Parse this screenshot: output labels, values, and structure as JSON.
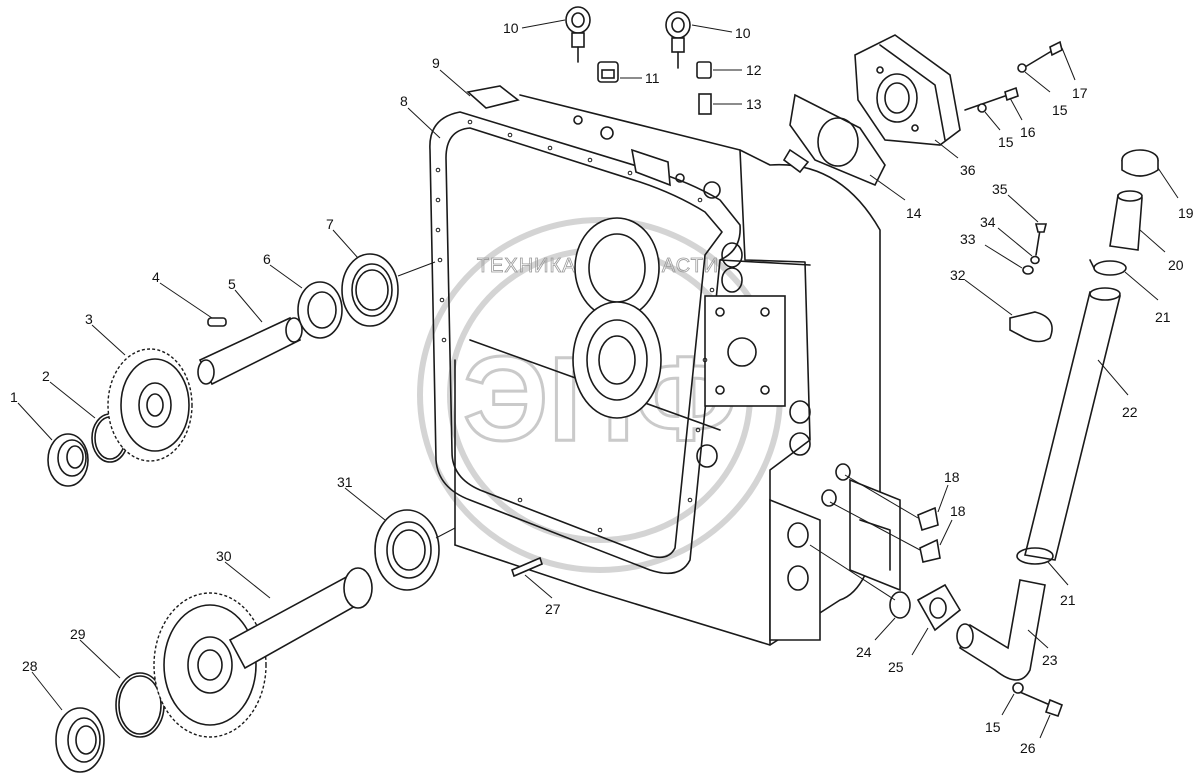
{
  "watermark": {
    "text": "ТЕХНИКА И ЗАПЧАСТИ",
    "logo": "ЭПФ"
  },
  "callouts": [
    "1",
    "2",
    "3",
    "4",
    "5",
    "6",
    "7",
    "8",
    "9",
    "10",
    "10",
    "11",
    "12",
    "13",
    "14",
    "15",
    "15",
    "15",
    "16",
    "17",
    "18",
    "18",
    "19",
    "20",
    "21",
    "21",
    "22",
    "23",
    "24",
    "25",
    "26",
    "27",
    "28",
    "29",
    "30",
    "31",
    "32",
    "33",
    "34",
    "35",
    "36"
  ]
}
